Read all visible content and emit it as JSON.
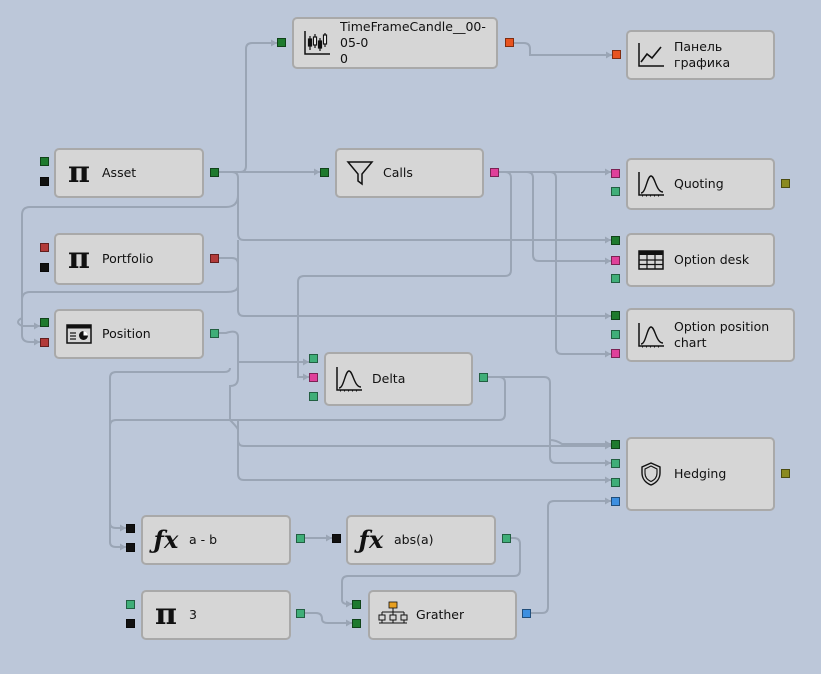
{
  "colors": {
    "background": "#bcc7d9",
    "wire": "#9aa5b5",
    "port_green": "#1e7a2e",
    "port_black": "#111111",
    "port_red": "#b23a3a",
    "port_teal": "#3fae78",
    "port_pink": "#e0409a",
    "port_orange": "#e8531f",
    "port_blue": "#3d8fe0",
    "port_olive": "#8a8a20"
  },
  "nodes": [
    {
      "id": "candle",
      "name": "timeframe-candle-node",
      "label": "TimeFrameCandle__00-05-0\n0",
      "icon": "candlestick-chart-icon"
    },
    {
      "id": "chartpanel",
      "name": "chart-panel-node",
      "label": "Панель графика",
      "icon": "line-chart-icon"
    },
    {
      "id": "asset",
      "name": "asset-node",
      "label": "Asset",
      "icon": "pi-icon"
    },
    {
      "id": "calls",
      "name": "calls-node",
      "label": "Calls",
      "icon": "filter-icon"
    },
    {
      "id": "quoting",
      "name": "quoting-node",
      "label": "Quoting",
      "icon": "distribution-chart-icon"
    },
    {
      "id": "portfolio",
      "name": "portfolio-node",
      "label": "Portfolio",
      "icon": "pi-icon"
    },
    {
      "id": "optiondesk",
      "name": "option-desk-node",
      "label": "Option desk",
      "icon": "table-grid-icon"
    },
    {
      "id": "position",
      "name": "position-node",
      "label": "Position",
      "icon": "position-panel-icon"
    },
    {
      "id": "optionchart",
      "name": "option-position-chart-node",
      "label": "Option position chart",
      "icon": "distribution-chart-icon"
    },
    {
      "id": "delta",
      "name": "delta-node",
      "label": "Delta",
      "icon": "distribution-chart-icon"
    },
    {
      "id": "hedging",
      "name": "hedging-node",
      "label": "Hedging",
      "icon": "shield-icon"
    },
    {
      "id": "amb",
      "name": "a-minus-b-node",
      "label": "a - b",
      "icon": "function-fx-icon"
    },
    {
      "id": "abs",
      "name": "abs-node",
      "label": "abs(a)",
      "icon": "function-fx-icon"
    },
    {
      "id": "three",
      "name": "constant-three-node",
      "label": "3",
      "icon": "pi-icon"
    },
    {
      "id": "grather",
      "name": "grather-node",
      "label": "Grather",
      "icon": "hierarchy-icon"
    }
  ]
}
